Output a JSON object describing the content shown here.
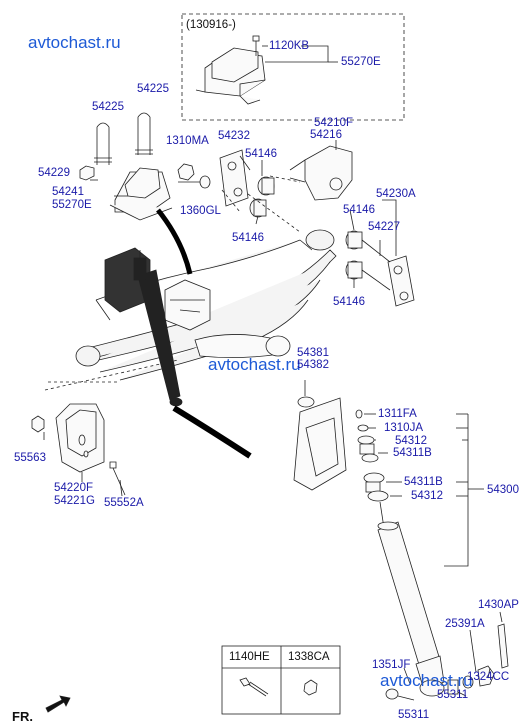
{
  "watermark": "avtochast.ru",
  "direction_label": "FR.",
  "inset": {
    "header": "(130916-)",
    "labels": [
      "1120KB",
      "55270E"
    ]
  },
  "parts": {
    "p54225a": "54225",
    "p54225b": "54225",
    "p54229": "54229",
    "p54241": "54241",
    "p55270e": "55270E",
    "p1310ma": "1310MA",
    "p54232": "54232",
    "p54146a": "54146",
    "p1360gl": "1360GL",
    "p54146b": "54146",
    "p54210f": "54210F",
    "p54216": "54216",
    "p54230a": "54230A",
    "p54146c": "54146",
    "p54227": "54227",
    "p54146d": "54146",
    "p54381": "54381",
    "p54382": "54382",
    "p55563": "55563",
    "p54220f": "54220F",
    "p54221g": "54221G",
    "p55552a": "55552A",
    "p1311fa": "1311FA",
    "p1310ja": "1310JA",
    "p54312a": "54312",
    "p54311ba": "54311B",
    "p54311bb": "54311B",
    "p54312b": "54312",
    "p54300": "54300",
    "p1430ap": "1430AP",
    "p25391a": "25391A",
    "p1351jf": "1351JF",
    "p55311a": "55311",
    "p1324cc": "1324CC",
    "p55311b": "55311"
  },
  "legend_table": {
    "headers": [
      "1140HE",
      "1338CA"
    ]
  }
}
